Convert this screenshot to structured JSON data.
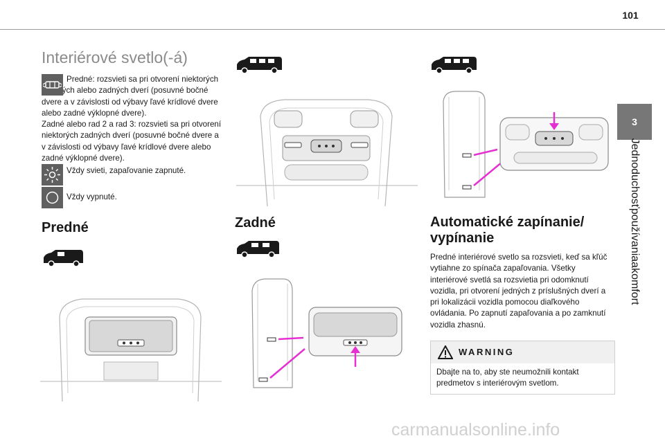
{
  "header": {
    "page_number": "101"
  },
  "side_tab": {
    "chapter_number": "3",
    "chapter_title": "Jednoduchosťpoužívaniaakomfort"
  },
  "interior_light": {
    "title": "Interiérové svetlo(-á)",
    "door_mode_text": "Predné: rozsvieti sa pri otvorení niektorých predných alebo zadných dverí (posuvné bočné dvere a v závislosti od výbavy ľavé krídlové dvere alebo zadné výklopné dvere).",
    "rear_text": "Zadné alebo rad 2 a rad 3: rozsvieti sa pri otvorení niektorých zadných dverí (posuvné bočné dvere a v závislosti od výbavy ľavé krídlové dvere alebo zadné výklopné dvere).",
    "always_on_text": "Vždy svieti, zapaľovanie zapnuté.",
    "always_off_text": "Vždy vypnuté."
  },
  "front": {
    "title": "Predné"
  },
  "rear": {
    "title": "Zadné"
  },
  "auto": {
    "title_line1": "Automatické zapínanie/",
    "title_line2": "vypínanie",
    "text": "Predné interiérové svetlo sa rozsvieti, keď sa kľúč vytiahne zo spínača zapaľovania. Všetky interiérové svetlá sa rozsvietia pri odomknutí vozidla, pri otvorení jedných z príslušných dverí a pri lokalizácii vozidla pomocou diaľkového ovládania. Po zapnutí zapaľovania a po zamknutí vozidla zhasnú."
  },
  "warning": {
    "title": "WARNING",
    "text": "Dbajte na to, aby ste neumožnili kontakt predmetov s interiérovým svetlom."
  },
  "watermark": {
    "text": "carmanualsonline.info"
  },
  "colors": {
    "accent_pink": "#e62fd2",
    "icon_grey": "#606060",
    "tab_grey": "#777777"
  }
}
